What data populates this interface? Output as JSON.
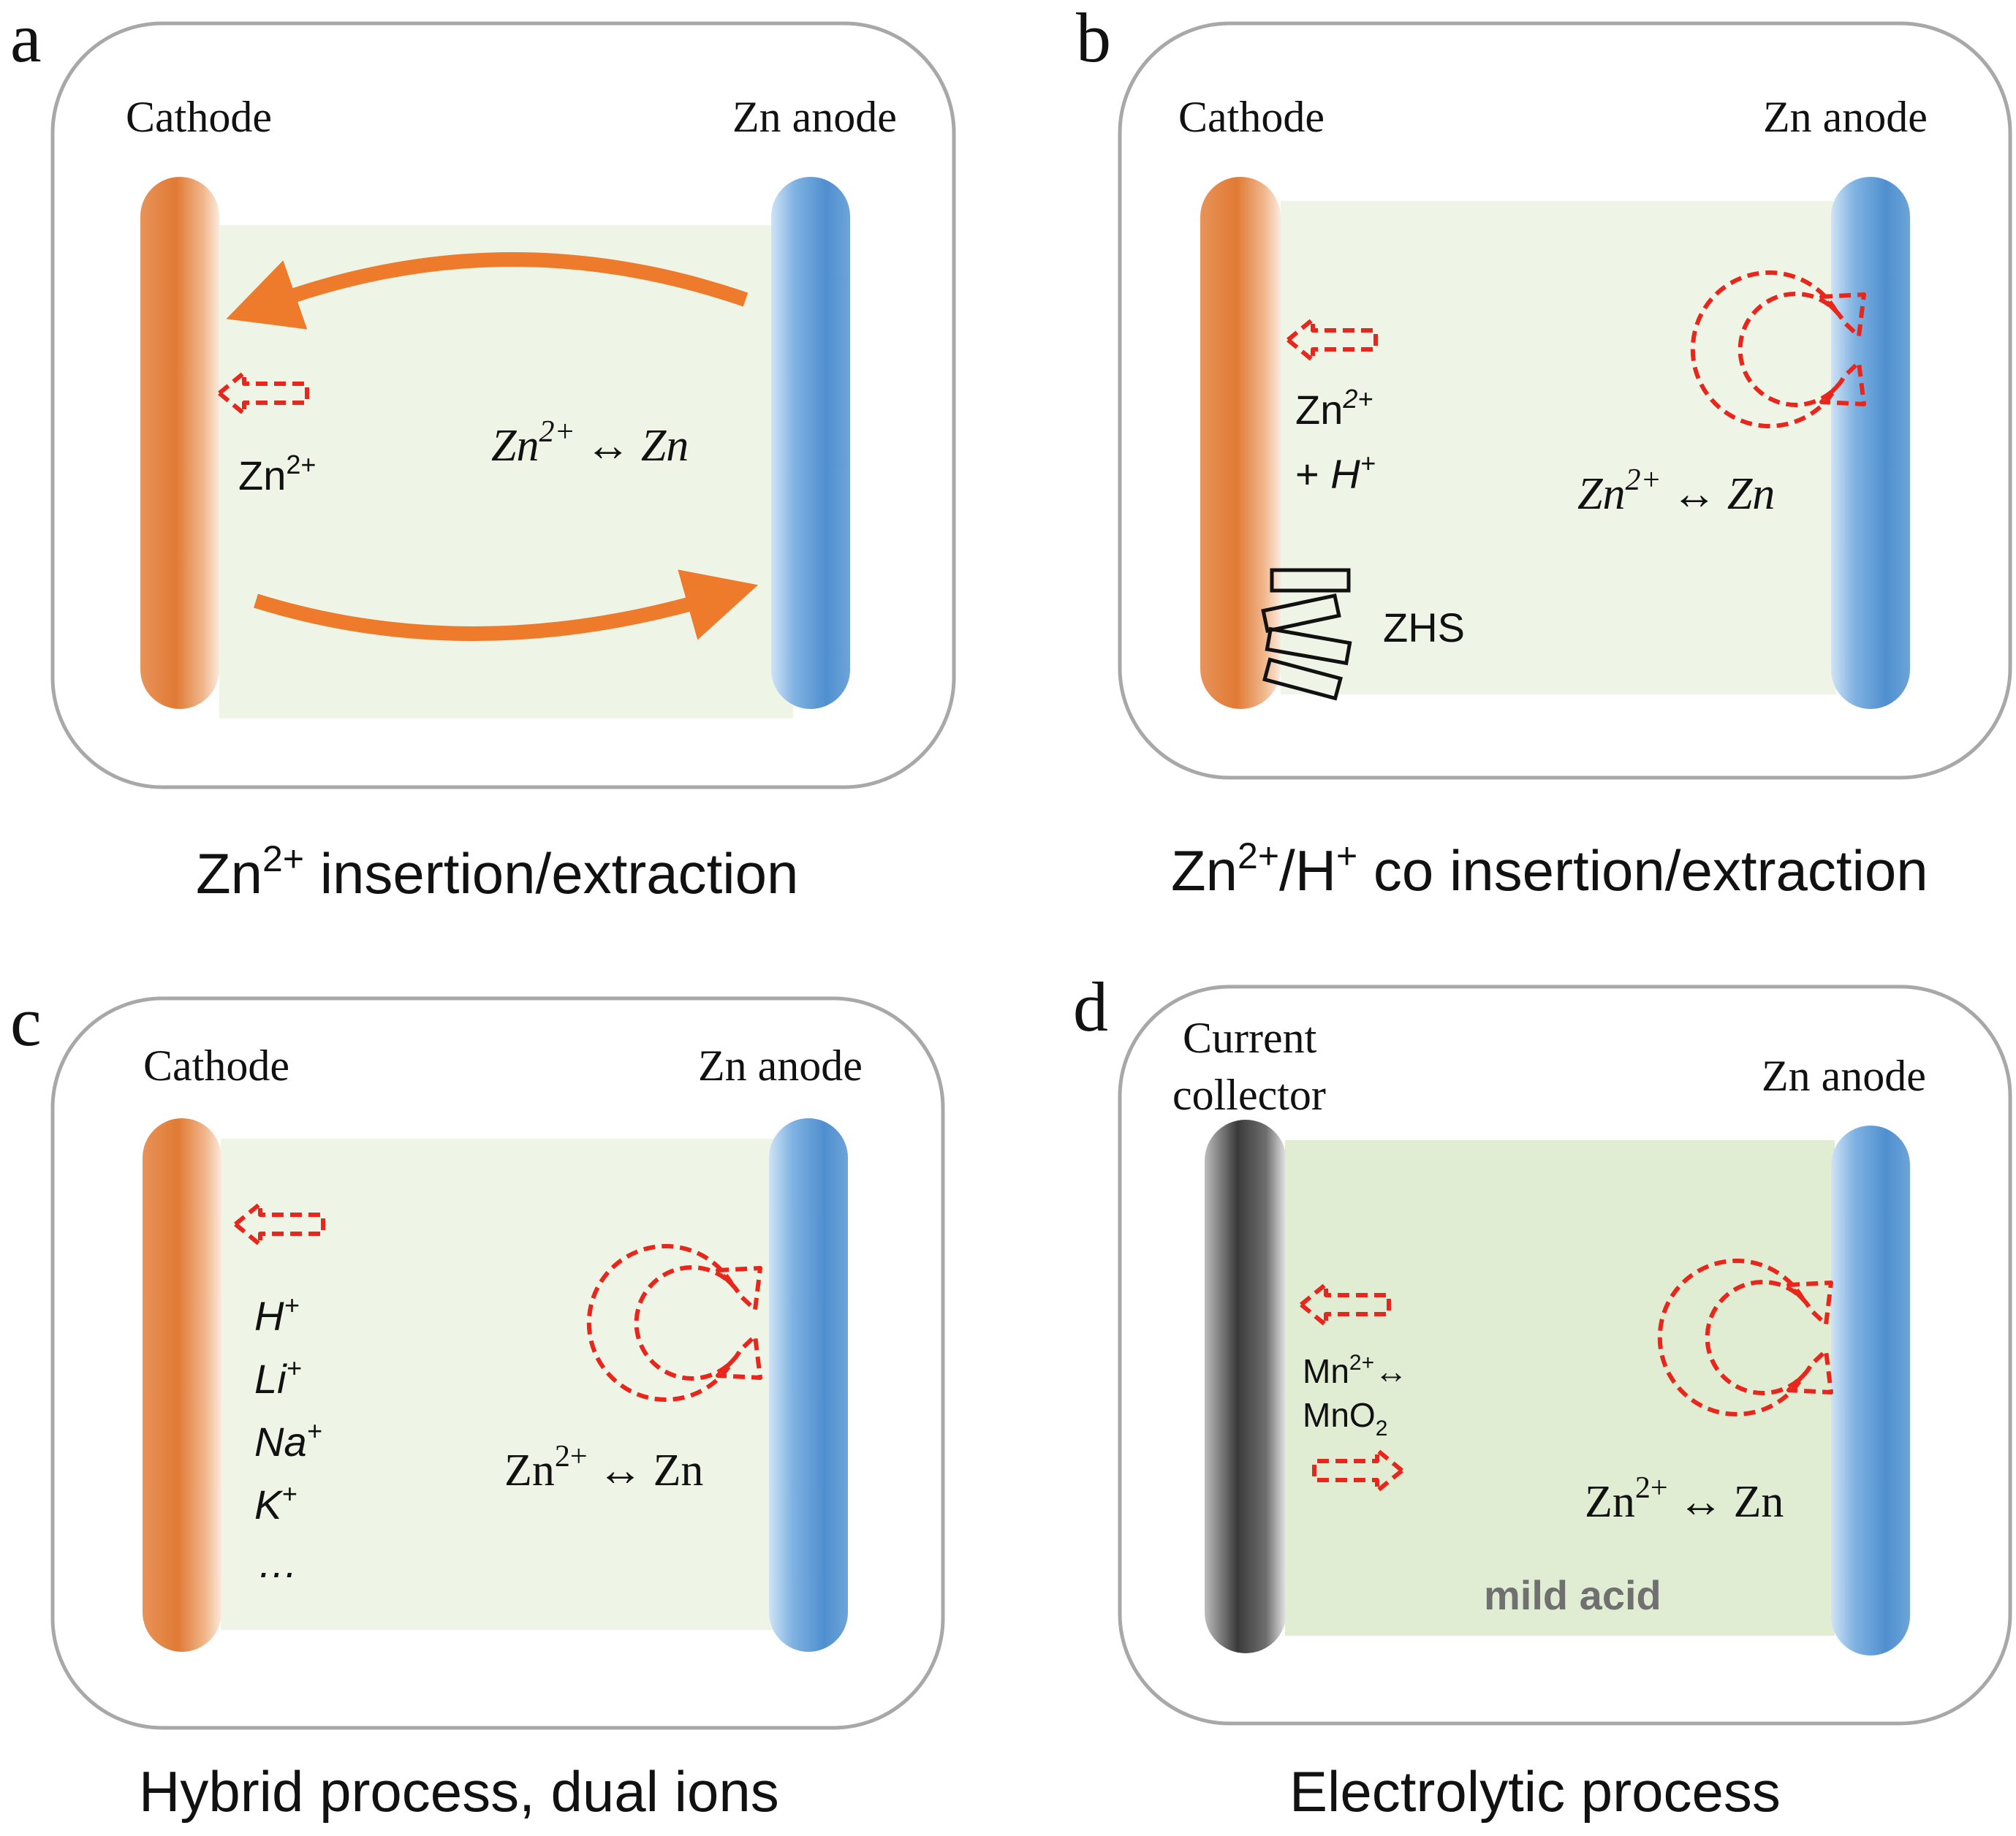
{
  "panels": [
    {
      "letter": "a",
      "cathode_label": "Cathode",
      "anode_label": "Zn anode",
      "ion": {
        "base": "Zn",
        "sup": "2+"
      },
      "reaction": {
        "left": "Zn",
        "left_sup": "2+",
        "arrow": "↔",
        "right": "Zn"
      },
      "caption": {
        "pre": "Zn",
        "sup": "2+",
        "post": " insertion/extraction"
      }
    },
    {
      "letter": "b",
      "cathode_label": "Cathode",
      "anode_label": "Zn anode",
      "ion_line1": {
        "base": "Zn",
        "sup": "2+"
      },
      "ion_line2": {
        "pre": "+ ",
        "base": "H",
        "sup": "+"
      },
      "zhs_label": "ZHS",
      "reaction": {
        "left": "Zn",
        "left_sup": "2+",
        "arrow": "↔",
        "right": "Zn"
      },
      "caption": {
        "pre": "Zn",
        "sup1": "2+",
        "mid": "/H",
        "sup2": "+",
        "post": " co insertion/extraction"
      }
    },
    {
      "letter": "c",
      "cathode_label": "Cathode",
      "anode_label": "Zn anode",
      "ions": [
        {
          "base": "H",
          "sup": "+"
        },
        {
          "base": "Li",
          "sup": "+"
        },
        {
          "base": "Na",
          "sup": "+"
        },
        {
          "base": "K",
          "sup": "+"
        },
        {
          "base": "…",
          "sup": ""
        }
      ],
      "reaction": {
        "left": "Zn",
        "left_sup": "2+",
        "arrow": "↔",
        "right": "Zn"
      },
      "caption": "Hybrid process, dual ions"
    },
    {
      "letter": "d",
      "collector_label_line1": "Current",
      "collector_label_line2": "collector",
      "anode_label": "Zn anode",
      "mn_line1": {
        "base": "Mn",
        "sup": "2+",
        "post": "↔"
      },
      "mn_line2": {
        "base": "MnO",
        "sub": "2"
      },
      "reaction": {
        "left": "Zn",
        "left_sup": "2+",
        "arrow": "↔",
        "right": "Zn"
      },
      "electrolyte_label": "mild acid",
      "caption": "Electrolytic process"
    }
  ],
  "colors": {
    "cathode": "#e07a34",
    "anode": "#5b9bd5",
    "collector": "#3a3a3a",
    "electrolyte": "#eef5e6",
    "electrolyte_acid": "#e0edd2",
    "ion_arrow": "#ee7b2c",
    "dashed_arrow": "#e8261c",
    "frame": "#a8a8a8"
  }
}
